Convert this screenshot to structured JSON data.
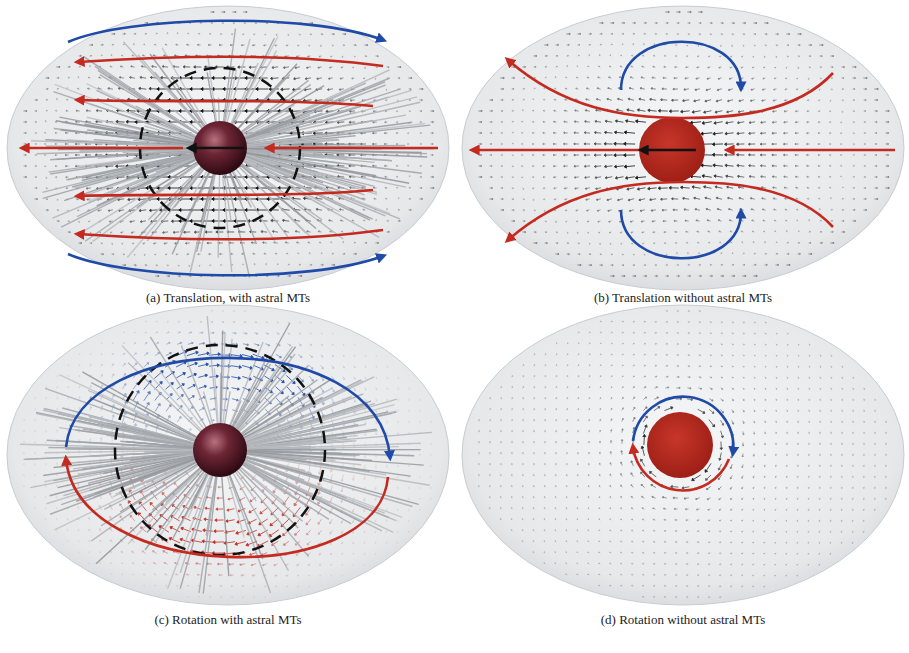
{
  "diagram": {
    "labels": [
      "(a) Translation, with astral MTs",
      "(b) Translation without astral MTs",
      "(c) Rotation with astral MTs",
      "(d) Rotation without astral MTs"
    ]
  }
}
